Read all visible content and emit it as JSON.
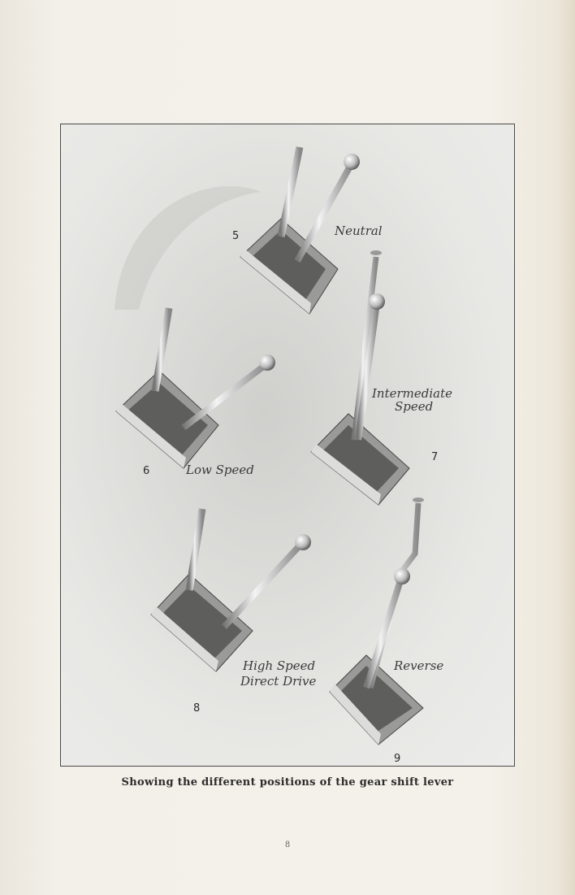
{
  "figure": {
    "positions": [
      {
        "number": "5",
        "label_lines": [
          "Neutral"
        ]
      },
      {
        "number": "6",
        "label_lines": [
          "Low Speed"
        ]
      },
      {
        "number": "7",
        "label_lines": [
          "Intermediate",
          "Speed"
        ]
      },
      {
        "number": "8",
        "label_lines": [
          "High Speed",
          "Direct Drive"
        ]
      },
      {
        "number": "9",
        "label_lines": [
          "Reverse"
        ]
      }
    ]
  },
  "caption": "Showing the different positions of the gear shift lever",
  "page_number": "8"
}
